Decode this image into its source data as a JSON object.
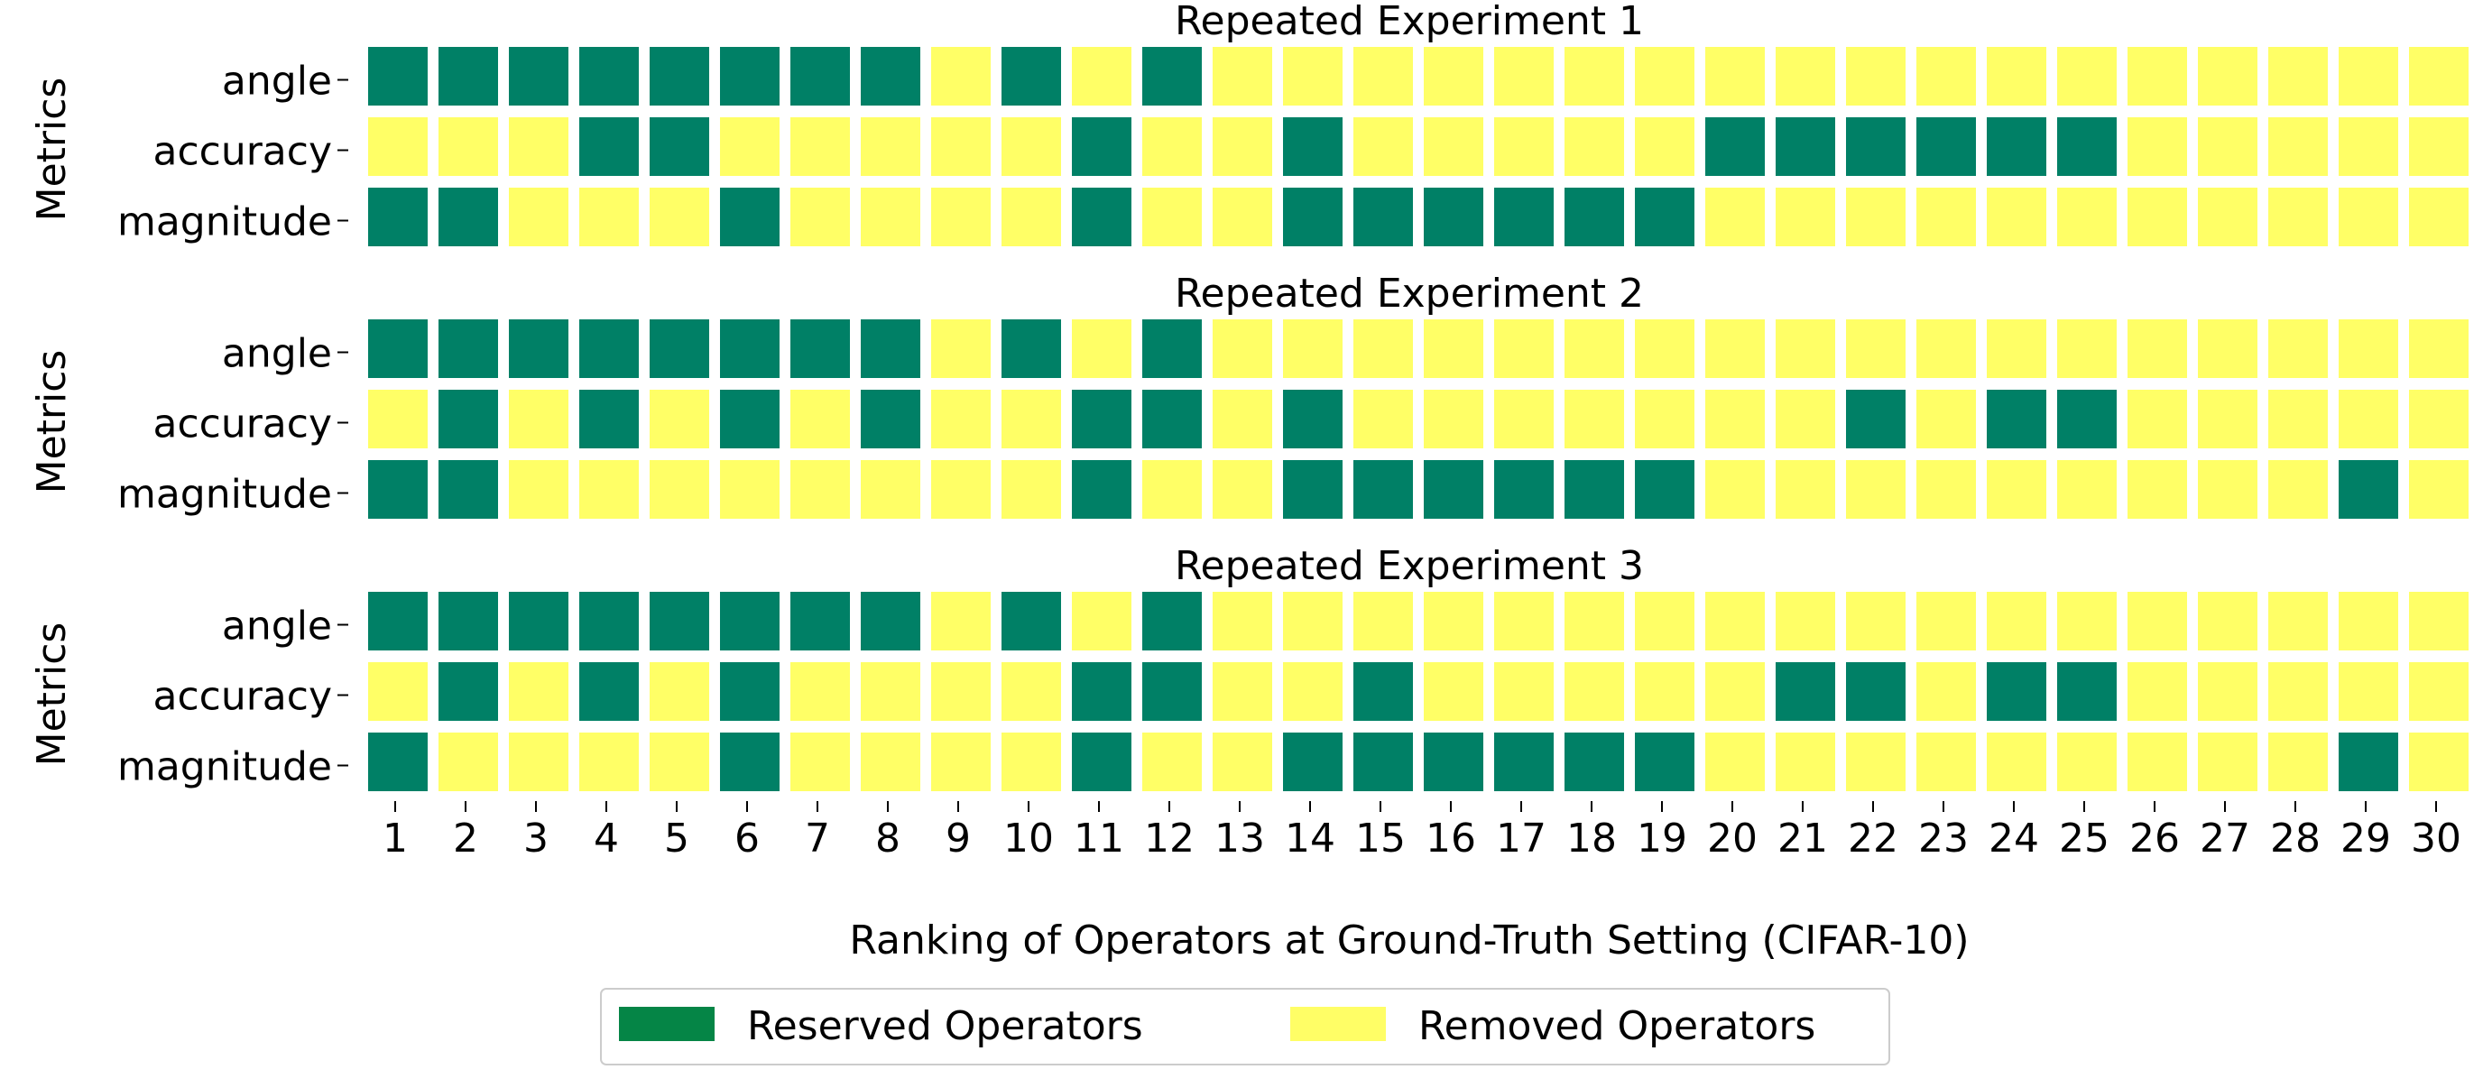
{
  "chart_data": {
    "type": "heatmap",
    "xlabel": "Ranking of Operators at Ground-Truth Setting (CIFAR-10)",
    "ylabel": "Metrics",
    "x": [
      1,
      2,
      3,
      4,
      5,
      6,
      7,
      8,
      9,
      10,
      11,
      12,
      13,
      14,
      15,
      16,
      17,
      18,
      19,
      20,
      21,
      22,
      23,
      24,
      25,
      26,
      27,
      28,
      29,
      30
    ],
    "rows": [
      "angle",
      "accuracy",
      "magnitude"
    ],
    "legend": {
      "placement": "bottom-center",
      "entries": [
        {
          "label": "Reserved Operators",
          "value": 1,
          "color": "#058546"
        },
        {
          "label": "Removed Operators",
          "value": 0,
          "color": "#fffe66"
        }
      ]
    },
    "colors": {
      "reserved": "#008066",
      "removed": "#ffff66"
    },
    "panels": [
      {
        "title": "Repeated Experiment 1",
        "values": [
          [
            1,
            1,
            1,
            1,
            1,
            1,
            1,
            1,
            0,
            1,
            0,
            1,
            0,
            0,
            0,
            0,
            0,
            0,
            0,
            0,
            0,
            0,
            0,
            0,
            0,
            0,
            0,
            0,
            0,
            0
          ],
          [
            0,
            0,
            0,
            1,
            1,
            0,
            0,
            0,
            0,
            0,
            1,
            0,
            0,
            1,
            0,
            0,
            0,
            0,
            0,
            1,
            1,
            1,
            1,
            1,
            1,
            0,
            0,
            0,
            0,
            0
          ],
          [
            1,
            1,
            0,
            0,
            0,
            1,
            0,
            0,
            0,
            0,
            1,
            0,
            0,
            1,
            1,
            1,
            1,
            1,
            1,
            0,
            0,
            0,
            0,
            0,
            0,
            0,
            0,
            0,
            0,
            0
          ]
        ]
      },
      {
        "title": "Repeated Experiment 2",
        "values": [
          [
            1,
            1,
            1,
            1,
            1,
            1,
            1,
            1,
            0,
            1,
            0,
            1,
            0,
            0,
            0,
            0,
            0,
            0,
            0,
            0,
            0,
            0,
            0,
            0,
            0,
            0,
            0,
            0,
            0,
            0
          ],
          [
            0,
            1,
            0,
            1,
            0,
            1,
            0,
            1,
            0,
            0,
            1,
            1,
            0,
            1,
            0,
            0,
            0,
            0,
            0,
            0,
            0,
            1,
            0,
            1,
            1,
            0,
            0,
            0,
            0,
            0
          ],
          [
            1,
            1,
            0,
            0,
            0,
            0,
            0,
            0,
            0,
            0,
            1,
            0,
            0,
            1,
            1,
            1,
            1,
            1,
            1,
            0,
            0,
            0,
            0,
            0,
            0,
            0,
            0,
            0,
            1,
            0
          ]
        ]
      },
      {
        "title": "Repeated Experiment 3",
        "values": [
          [
            1,
            1,
            1,
            1,
            1,
            1,
            1,
            1,
            0,
            1,
            0,
            1,
            0,
            0,
            0,
            0,
            0,
            0,
            0,
            0,
            0,
            0,
            0,
            0,
            0,
            0,
            0,
            0,
            0,
            0
          ],
          [
            0,
            1,
            0,
            1,
            0,
            1,
            0,
            0,
            0,
            0,
            1,
            1,
            0,
            0,
            1,
            0,
            0,
            0,
            0,
            0,
            1,
            1,
            0,
            1,
            1,
            0,
            0,
            0,
            0,
            0
          ],
          [
            1,
            0,
            0,
            0,
            0,
            1,
            0,
            0,
            0,
            0,
            1,
            0,
            0,
            1,
            1,
            1,
            1,
            1,
            1,
            0,
            0,
            0,
            0,
            0,
            0,
            0,
            0,
            0,
            1,
            0
          ]
        ]
      }
    ]
  }
}
